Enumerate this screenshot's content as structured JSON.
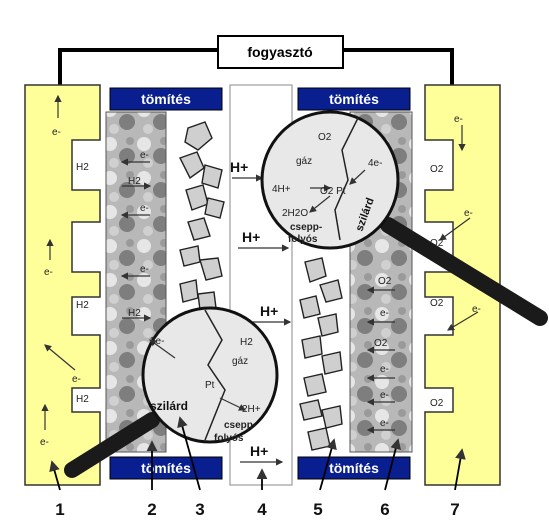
{
  "load_label": "fogyasztó",
  "seal_label": "tömítés",
  "proton": "H+",
  "electron": "e-",
  "hydrogen": "H2",
  "oxygen": "O2",
  "anode_zoom": {
    "electrons": "2e-",
    "h2": "H2",
    "gas": "gáz",
    "pt": "Pt",
    "protons": "2H+",
    "solid": "szilárd",
    "liquid_line1": "csepp-",
    "liquid_line2": "folyós"
  },
  "cathode_zoom": {
    "o2": "O2",
    "gas": "gáz",
    "electrons": "4e-",
    "protons": "4H+",
    "pt": "O2 Pt",
    "water": "2H2O",
    "liquid_line1": "csepp-",
    "liquid_line2": "folyós",
    "solid": "szilárd"
  },
  "part_numbers": [
    "1",
    "2",
    "3",
    "4",
    "5",
    "6",
    "7"
  ],
  "colors": {
    "plate": "#ffff99",
    "seal": "#0a1f8f",
    "zoom": "#e8e8e8",
    "handle": "#1a1a1a"
  }
}
